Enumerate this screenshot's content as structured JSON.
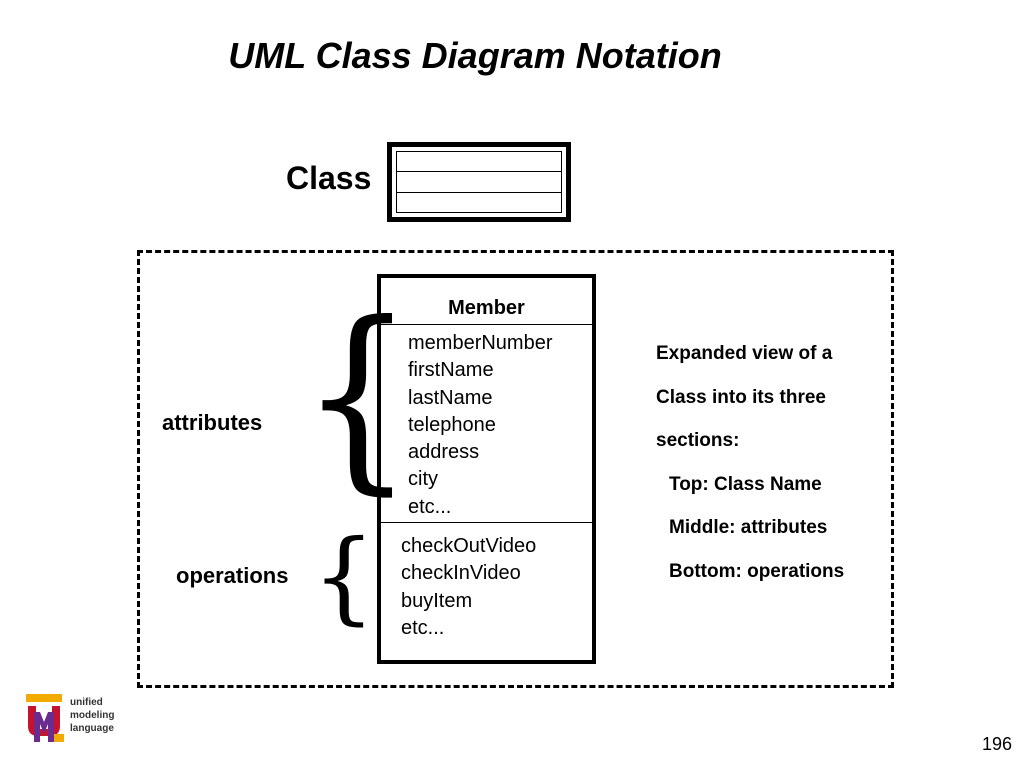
{
  "slide": {
    "title": "UML Class Diagram Notation",
    "page_number": "196"
  },
  "class_symbol": {
    "label": "Class"
  },
  "member_class": {
    "name": "Member",
    "attributes": [
      "memberNumber",
      "firstName",
      "lastName",
      "telephone",
      "address",
      "city",
      "etc..."
    ],
    "operations": [
      "checkOutVideo",
      "checkInVideo",
      "buyItem",
      "etc..."
    ]
  },
  "labels": {
    "attributes": "attributes",
    "operations": "operations"
  },
  "description": {
    "lines": [
      "Expanded view of a",
      "Class into its three",
      "sections:"
    ],
    "sections": [
      "Top: Class Name",
      "Middle: attributes",
      "Bottom: operations"
    ]
  },
  "logo": {
    "line1": "unified",
    "line2": "modeling",
    "line3": "language",
    "colors": {
      "red": "#c4122f",
      "purple": "#6b2c8f",
      "gold": "#f2a900"
    }
  }
}
